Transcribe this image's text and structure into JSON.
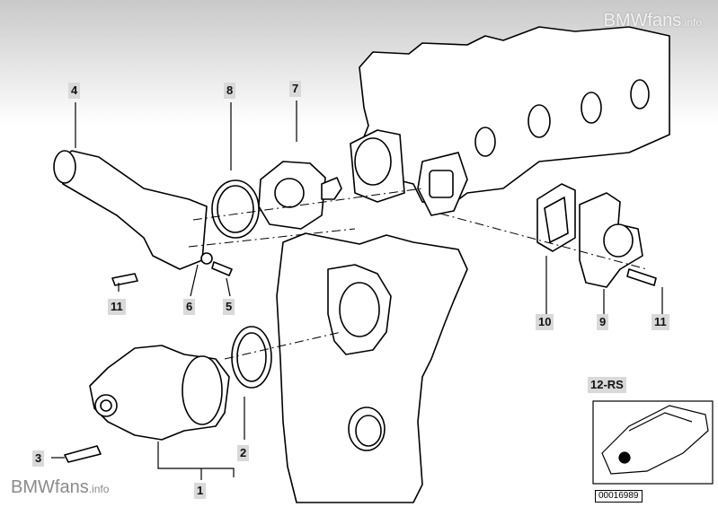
{
  "watermark": {
    "brand": "BMW",
    "fans": "fans",
    "info": ".info"
  },
  "callouts": [
    {
      "id": "4",
      "label": "4"
    },
    {
      "id": "8",
      "label": "8"
    },
    {
      "id": "7",
      "label": "7"
    },
    {
      "id": "11a",
      "label": "11"
    },
    {
      "id": "6",
      "label": "6"
    },
    {
      "id": "5",
      "label": "5"
    },
    {
      "id": "10",
      "label": "10"
    },
    {
      "id": "9",
      "label": "9"
    },
    {
      "id": "11b",
      "label": "11"
    },
    {
      "id": "3",
      "label": "3"
    },
    {
      "id": "2",
      "label": "2"
    },
    {
      "id": "1",
      "label": "1"
    },
    {
      "id": "12rs",
      "label": "12-RS"
    }
  ],
  "reference_number": "00016989"
}
